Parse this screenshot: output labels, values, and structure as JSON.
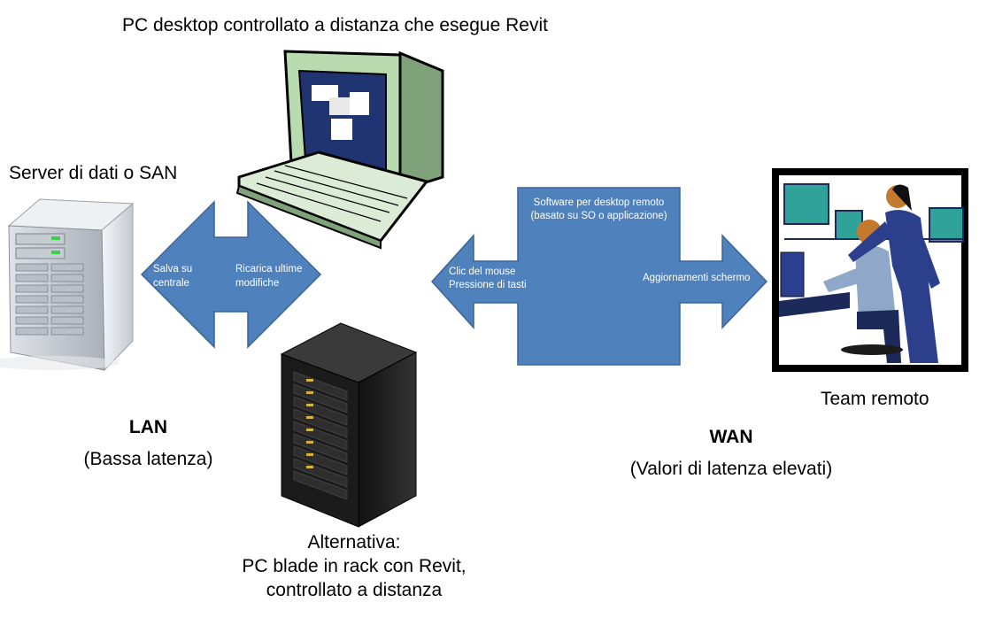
{
  "title_pc": "PC desktop controllato a distanza che esegue Revit",
  "server_label": "Server di dati o SAN",
  "left_arrow": {
    "left_text": [
      "Salva su",
      "centrale"
    ],
    "right_text": [
      "Ricarica ultime",
      "modifiche"
    ]
  },
  "right_arrow": {
    "header": [
      "Software per desktop remoto",
      "(basato su SO o applicazione)"
    ],
    "left_text": [
      "Clic del mouse",
      "Pressione di tasti"
    ],
    "right_text": "Aggiornamenti schermo"
  },
  "lan": {
    "title": "LAN",
    "subtitle": "(Bassa latenza)"
  },
  "wan": {
    "title": "WAN",
    "subtitle": "(Valori di latenza elevati)"
  },
  "team_label": "Team remoto",
  "blade_label": [
    "Alternativa:",
    "PC blade in rack con Revit,",
    "controllato a distanza"
  ],
  "colors": {
    "arrow_fill": "#4f81bd",
    "arrow_stroke": "#3a6496",
    "monitor_green": "#b9dbb0",
    "screen_blue": "#1f3470",
    "rack_black": "#1b1b1b"
  },
  "icons": [
    "desktop-pc-icon",
    "tower-server-icon",
    "blade-rack-icon",
    "remote-team-clipart-icon"
  ]
}
